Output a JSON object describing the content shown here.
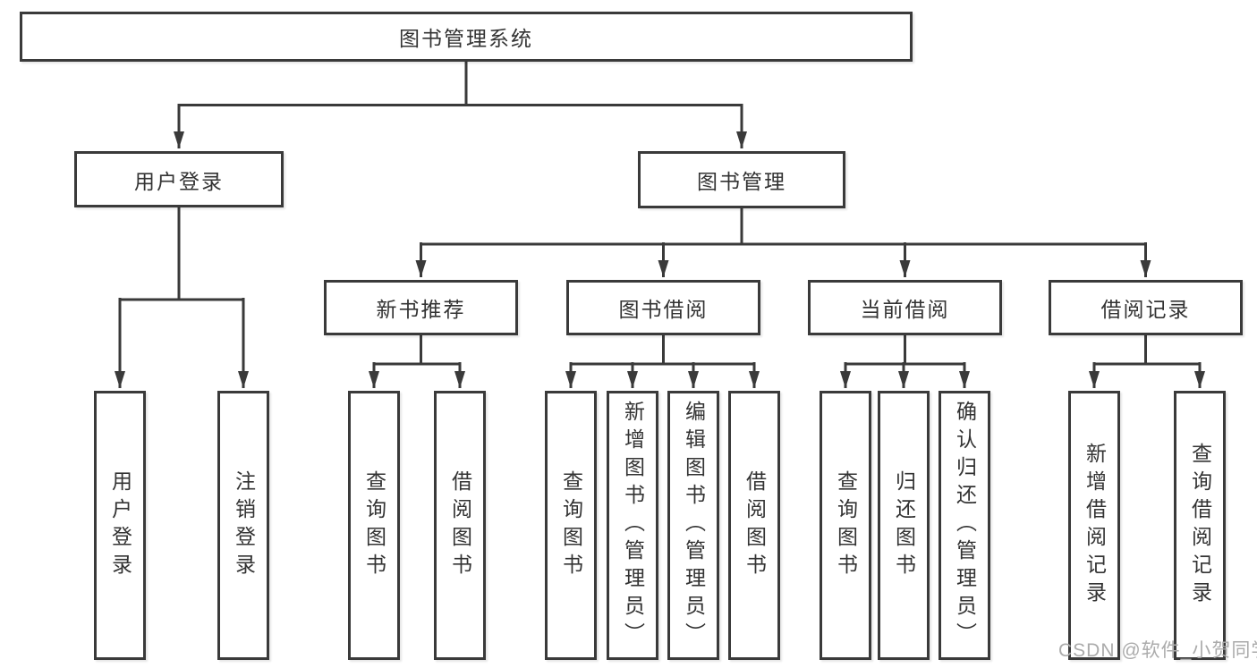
{
  "diagram": {
    "type": "hierarchy",
    "root": {
      "label": "图书管理系统",
      "children": [
        {
          "label": "用户登录",
          "children": [
            {
              "label": "用户登录"
            },
            {
              "label": "注销登录"
            }
          ]
        },
        {
          "label": "图书管理",
          "children": [
            {
              "label": "新书推荐",
              "children": [
                {
                  "label": "查询图书"
                },
                {
                  "label": "借阅图书"
                }
              ]
            },
            {
              "label": "图书借阅",
              "children": [
                {
                  "label": "查询图书"
                },
                {
                  "label": "新增图书（管理员）"
                },
                {
                  "label": "编辑图书（管理员）"
                },
                {
                  "label": "借阅图书"
                }
              ]
            },
            {
              "label": "当前借阅",
              "children": [
                {
                  "label": "查询图书"
                },
                {
                  "label": "归还图书"
                },
                {
                  "label": "确认归还（管理员）"
                }
              ]
            },
            {
              "label": "借阅记录",
              "children": [
                {
                  "label": "新增借阅记录"
                },
                {
                  "label": "查询借阅记录"
                }
              ]
            }
          ]
        }
      ]
    }
  },
  "watermark": {
    "text": "CSDN @软件_小贺同学"
  },
  "colors": {
    "line": "#3a3a3a",
    "box_border": "#3a3a3a",
    "text": "#333333",
    "background": "#ffffff",
    "watermark": "#ababab"
  }
}
